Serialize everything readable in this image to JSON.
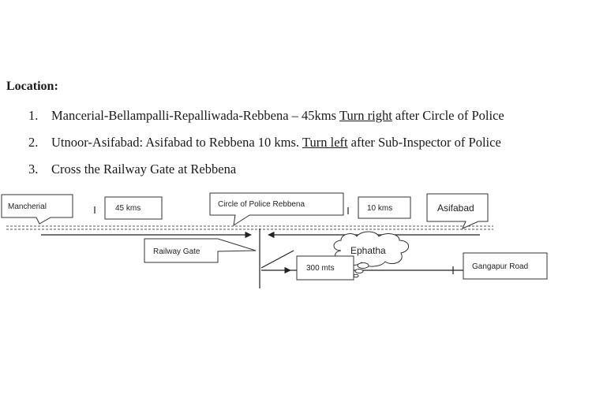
{
  "heading": "Location:",
  "steps": [
    {
      "number": "1.",
      "before": "Mancerial-Bellampalli-Repalliwada-Rebbena – 45kms",
      "underlined": "Turn right",
      "after": "after Circle of Police"
    },
    {
      "number": "2.",
      "before": "Utnoor-Asifabad: Asifabad to Rebbena 10 kms.",
      "underlined": "Turn left",
      "after": "after Sub-Inspector of Police"
    },
    {
      "number": "3.",
      "before": "Cross the Railway Gate at Rebbena",
      "underlined": "",
      "after": ""
    }
  ],
  "map": {
    "mancherial": "Mancherial",
    "dist_left": "45 kms",
    "circle_police": "Circle of Police Rebbena",
    "dist_right": "10  kms",
    "asifabad": "Asifabad",
    "railway_gate": "Railway Gate",
    "ephatha": "Ephatha",
    "dist_ephatha": "300 mts",
    "gangapur_road": "Gangapur Road"
  }
}
